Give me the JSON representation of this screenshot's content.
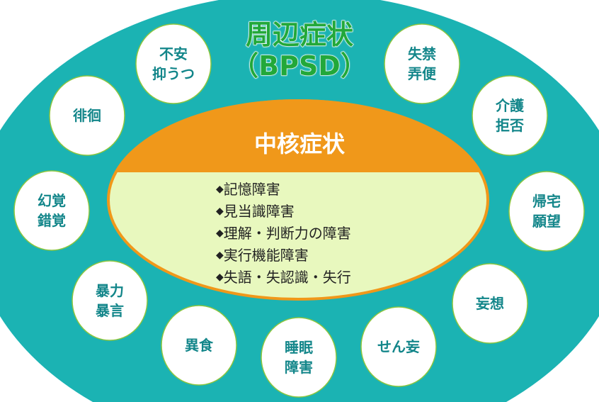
{
  "colors": {
    "outer": "#1bb3b3",
    "core_top": "#f0981a",
    "core_body": "#e8f8be",
    "bubble_text": "#13868a",
    "title": "#22a83a"
  },
  "peripheral": {
    "title": "周辺症状",
    "subtitle": "（BPSD）"
  },
  "core": {
    "title": "中核症状",
    "items": [
      "記憶障害",
      "見当識障害",
      "理解・判断力の障害",
      "実行機能障害",
      "失語・失認識・失行"
    ]
  },
  "bubbles": [
    {
      "l1": "不安",
      "l2": "抑うつ"
    },
    {
      "l1": "徘徊",
      "l2": ""
    },
    {
      "l1": "幻覚",
      "l2": "錯覚"
    },
    {
      "l1": "暴力",
      "l2": "暴言"
    },
    {
      "l1": "異食",
      "l2": ""
    },
    {
      "l1": "睡眠",
      "l2": "障害"
    },
    {
      "l1": "せん妄",
      "l2": ""
    },
    {
      "l1": "妄想",
      "l2": ""
    },
    {
      "l1": "帰宅",
      "l2": "願望"
    },
    {
      "l1": "介護",
      "l2": "拒否"
    },
    {
      "l1": "失禁",
      "l2": "弄便"
    }
  ]
}
